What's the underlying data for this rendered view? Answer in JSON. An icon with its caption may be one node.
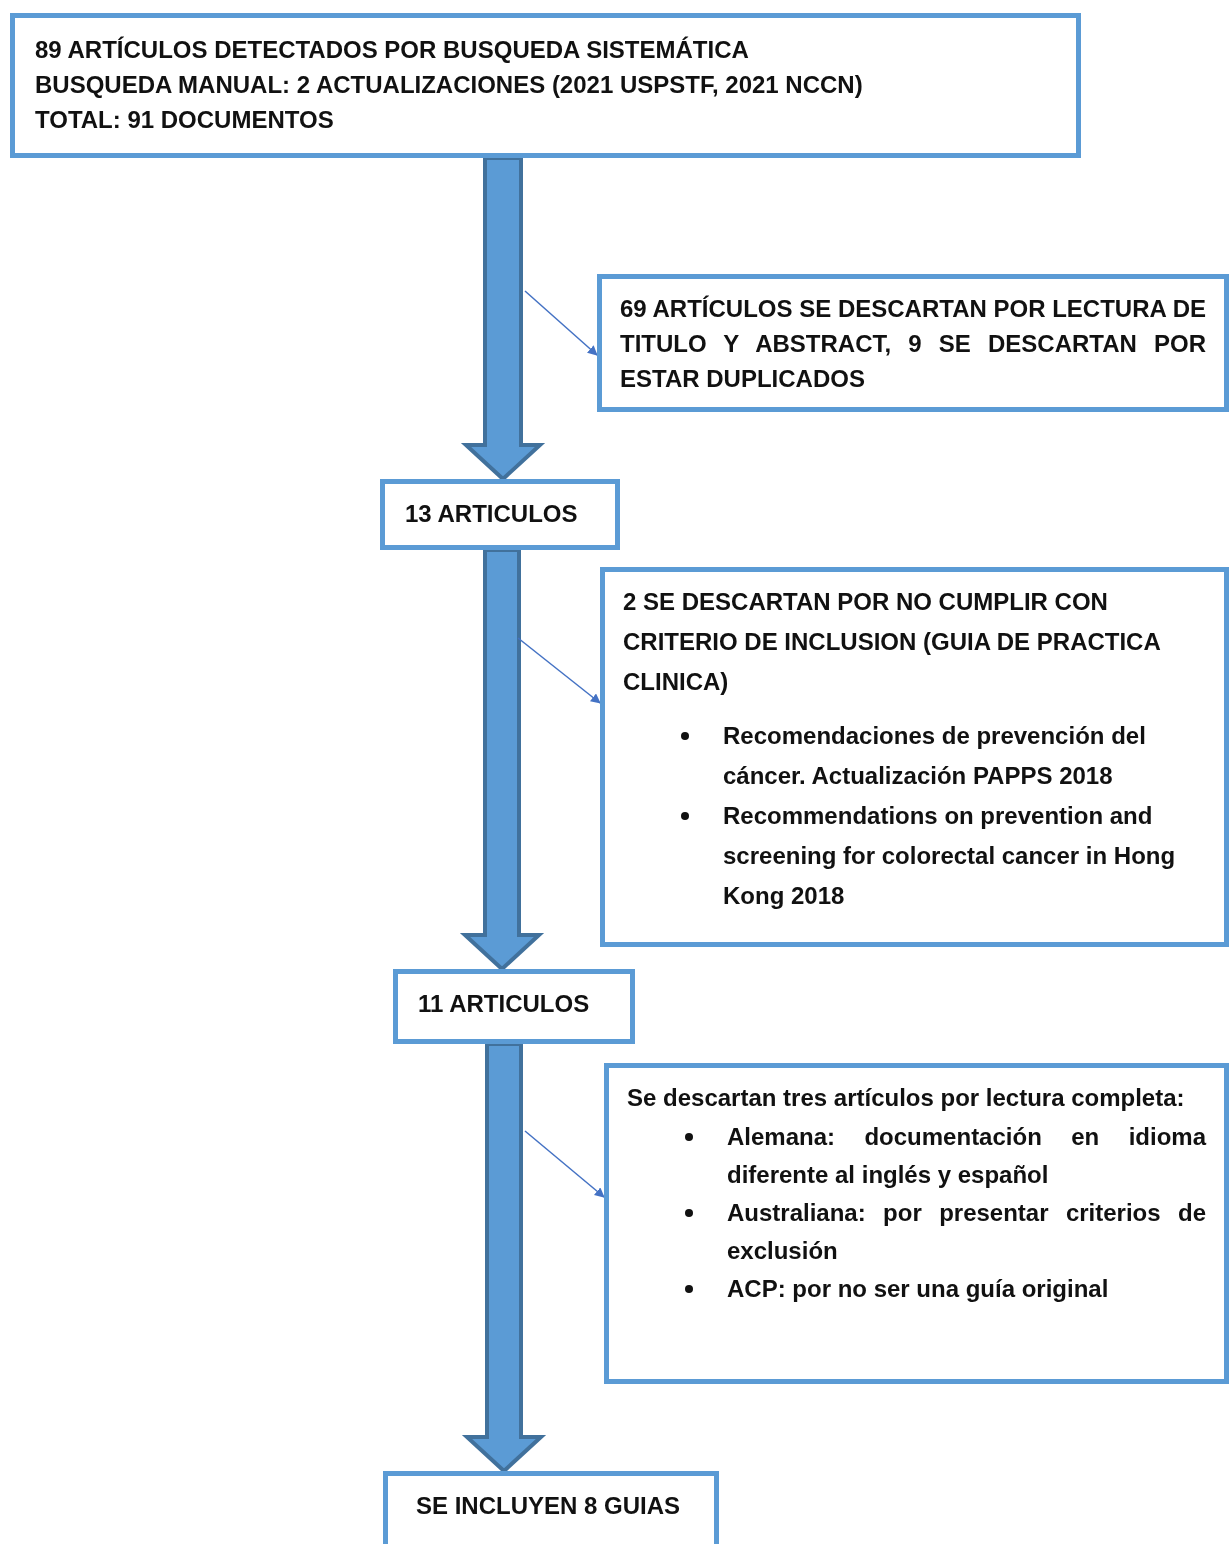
{
  "diagram": {
    "nodes": [
      {
        "text": [
          "89 ARTÍCULOS DETECTADOS POR BUSQUEDA SISTEMÁTICA",
          "BUSQUEDA MANUAL: 2 ACTUALIZACIONES (2021 USPSTF, 2021 NCCN)",
          "TOTAL: 91 DOCUMENTOS"
        ]
      },
      {
        "text": [
          "69 ARTÍCULOS SE DESCARTAN POR LECTURA DE TITULO Y ABSTRACT, 9 SE DESCARTAN POR ESTAR DUPLICADOS"
        ]
      },
      {
        "text": [
          "13 ARTICULOS"
        ]
      },
      {
        "text": [
          "2 SE DESCARTAN POR NO CUMPLIR CON CRITERIO DE INCLUSION (GUIA DE PRACTICA CLINICA)",
          "Recomendaciones de prevención del cáncer. Actualización PAPPS 2018",
          "Recommendations on prevention and screening for colorectal cancer in Hong Kong 2018"
        ]
      },
      {
        "text": [
          "11 ARTICULOS"
        ]
      },
      {
        "text": [
          "Se descartan tres artículos por lectura completa:",
          "Alemana: documentación en idioma diferente al inglés y español",
          "Australiana: por presentar criterios de exclusión",
          "ACP: por no ser una guía original"
        ]
      },
      {
        "text": [
          "SE INCLUYEN 8 GUIAS"
        ]
      }
    ],
    "edges": [
      {
        "from": 0,
        "to": 2,
        "arrow": "to",
        "style": "thick"
      },
      {
        "from": null,
        "to": 1,
        "arrow": "to",
        "color": "#4472c4"
      },
      {
        "from": 2,
        "to": 4,
        "arrow": "to",
        "style": "thick"
      },
      {
        "from": null,
        "to": 3,
        "arrow": "to",
        "color": "#4472c4"
      },
      {
        "from": 4,
        "to": 6,
        "arrow": "to",
        "style": "thick"
      },
      {
        "from": null,
        "to": 5,
        "arrow": "to",
        "color": "#4472c4"
      }
    ]
  }
}
